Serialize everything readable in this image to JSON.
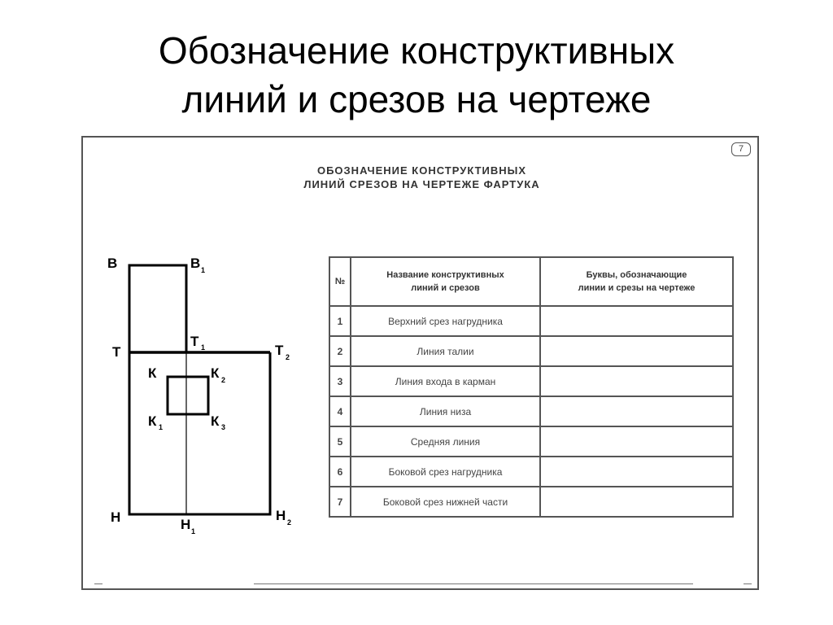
{
  "slide": {
    "title_line1": "Обозначение конструктивных",
    "title_line2": "линий и срезов на чертеже"
  },
  "sheet": {
    "title_line1": "ОБОЗНАЧЕНИЕ КОНСТРУКТИВНЫХ",
    "title_line2": "ЛИНИЙ СРЕЗОВ НА ЧЕРТЕЖЕ ФАРТУКА",
    "page_number": "7"
  },
  "diagram": {
    "points": {
      "B": {
        "main": "В",
        "sub": ""
      },
      "B1": {
        "main": "В",
        "sub": "1"
      },
      "T": {
        "main": "Т",
        "sub": ""
      },
      "T1": {
        "main": "Т",
        "sub": "1"
      },
      "T2": {
        "main": "Т",
        "sub": "2"
      },
      "K": {
        "main": "К",
        "sub": ""
      },
      "K1": {
        "main": "К",
        "sub": "1"
      },
      "K2": {
        "main": "К",
        "sub": "2"
      },
      "K3": {
        "main": "К",
        "sub": "3"
      },
      "H": {
        "main": "Н",
        "sub": ""
      },
      "H1": {
        "main": "Н",
        "sub": "1"
      },
      "H2": {
        "main": "Н",
        "sub": "2"
      }
    }
  },
  "table": {
    "headers": {
      "num": "№",
      "name_line1": "Название конструктивных",
      "name_line2": "линий и срезов",
      "letters_line1": "Буквы, обозначающие",
      "letters_line2": "линии и срезы на чертеже"
    },
    "rows": [
      {
        "num": "1",
        "name": "Верхний срез нагрудника",
        "letters": ""
      },
      {
        "num": "2",
        "name": "Линия талии",
        "letters": ""
      },
      {
        "num": "3",
        "name": "Линия входа в карман",
        "letters": ""
      },
      {
        "num": "4",
        "name": "Линия низа",
        "letters": ""
      },
      {
        "num": "5",
        "name": "Средняя линия",
        "letters": ""
      },
      {
        "num": "6",
        "name": "Боковой срез нагрудника",
        "letters": ""
      },
      {
        "num": "7",
        "name": "Боковой срез нижней части",
        "letters": ""
      }
    ]
  }
}
